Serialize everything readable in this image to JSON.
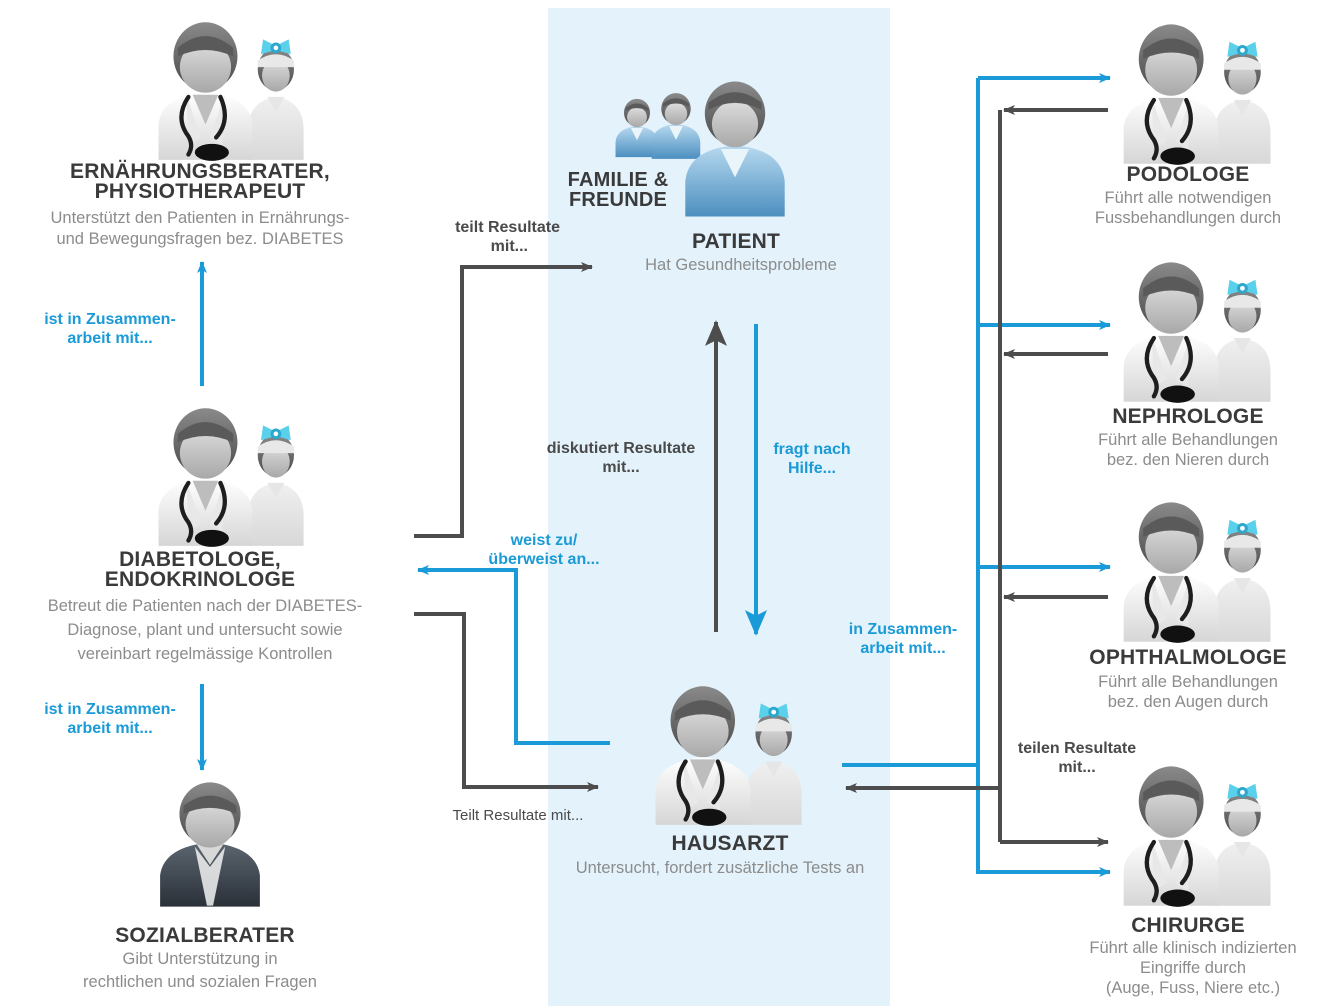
{
  "nodes": {
    "ernaehrung": {
      "title_line1": "ERNÄHRUNGSBERATER,",
      "title_line2": "PHYSIOTHERAPEUT",
      "desc_line1": "Unterstützt den Patienten in Ernährungs-",
      "desc_line2": "und Bewegungsfragen bez. DIABETES"
    },
    "diabetologe": {
      "title_line1": "DIABETOLOGE,",
      "title_line2": "ENDOKRINOLOGE",
      "desc_line1": "Betreut die Patienten nach der DIABETES-",
      "desc_line2": "Diagnose, plant und untersucht sowie",
      "desc_line3": "vereinbart regelmässige Kontrollen"
    },
    "sozialberater": {
      "title": "SOZIALBERATER",
      "desc_line1": "Gibt Unterstützung in",
      "desc_line2": "rechtlichen und sozialen Fragen"
    },
    "patient": {
      "family_line1": "FAMILIE &",
      "family_line2": "FREUNDE",
      "title": "PATIENT",
      "desc": "Hat Gesundheitsprobleme"
    },
    "hausarzt": {
      "title": "HAUSARZT",
      "desc": "Untersucht, fordert zusätzliche Tests an"
    },
    "podologe": {
      "title": "PODOLOGE",
      "desc_line1": "Führt alle notwendigen",
      "desc_line2": "Fussbehandlungen durch"
    },
    "nephrologe": {
      "title": "NEPHROLOGE",
      "desc_line1": "Führt alle Behandlungen",
      "desc_line2": "bez. den Nieren durch"
    },
    "ophthalmologe": {
      "title": "OPHTHALMOLOGE",
      "desc_line1": "Führt alle Behandlungen",
      "desc_line2": "bez. den Augen durch"
    },
    "chirurge": {
      "title": "CHIRURGE",
      "desc_line1": "Führt alle klinisch indizierten",
      "desc_line2": "Eingriffe durch",
      "desc_line3": "(Auge, Fuss, Niere etc.)"
    }
  },
  "labels": {
    "zusammenarbeit_up": {
      "line1": "ist in Zusammen-",
      "line2": "arbeit mit..."
    },
    "zusammenarbeit_down": {
      "line1": "ist in Zusammen-",
      "line2": "arbeit mit..."
    },
    "teilt_resultate_top": {
      "line1": "teilt Resultate",
      "line2": "mit..."
    },
    "weist_zu": {
      "line1": "weist zu/",
      "line2": "überweist an..."
    },
    "teilt_resultate_bottom": {
      "line1": "Teilt Resultate mit..."
    },
    "diskutiert": {
      "line1": "diskutiert Resultate",
      "line2": "mit..."
    },
    "fragt_nach_hilfe": {
      "line1": "fragt nach",
      "line2": "Hilfe..."
    },
    "zusammenarbeit_right": {
      "line1": "in Zusammen-",
      "line2": "arbeit mit..."
    },
    "teilen_resultate": {
      "line1": "teilen Resultate",
      "line2": "mit..."
    }
  },
  "colors": {
    "blue_arrow": "#1a9ad6",
    "grey_arrow": "#4d4d4d",
    "panel": "#e3f2fb"
  },
  "icons": [
    "doctor-with-nurse-icon",
    "social-worker-icon",
    "patient-group-icon"
  ]
}
